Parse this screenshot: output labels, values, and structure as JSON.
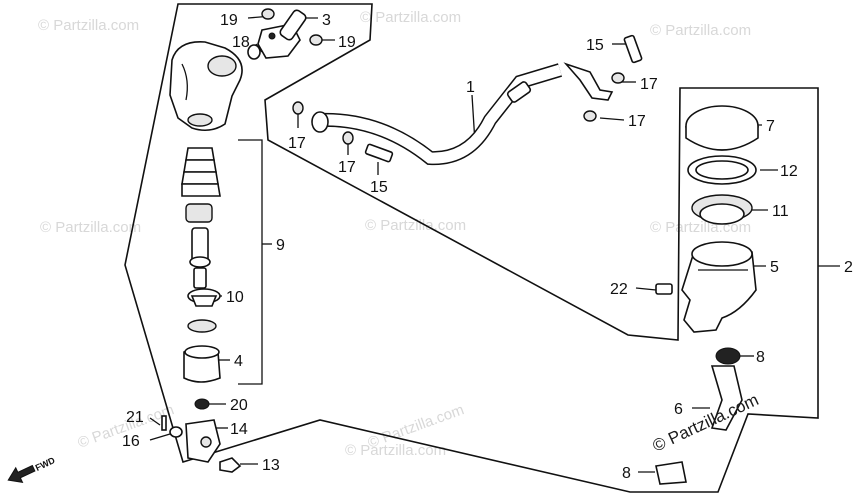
{
  "title": "",
  "watermark": {
    "faint": "© Partzilla.com",
    "main": "© Partzilla.com"
  },
  "fwd_label": "FWD",
  "callouts": {
    "c19a": "19",
    "c3": "3",
    "c18": "18",
    "c19b": "19",
    "c15a": "15",
    "c17a": "17",
    "c17b": "17",
    "c1": "1",
    "c7": "7",
    "c12": "12",
    "c11": "11",
    "c5": "5",
    "c2": "2",
    "c22": "22",
    "c8a": "8",
    "c6": "6",
    "c8b": "8",
    "c17c": "17",
    "c17d": "17",
    "c15b": "15",
    "c9": "9",
    "c10": "10",
    "c4": "4",
    "c20": "20",
    "c21": "21",
    "c14": "14",
    "c16": "16",
    "c13": "13"
  }
}
